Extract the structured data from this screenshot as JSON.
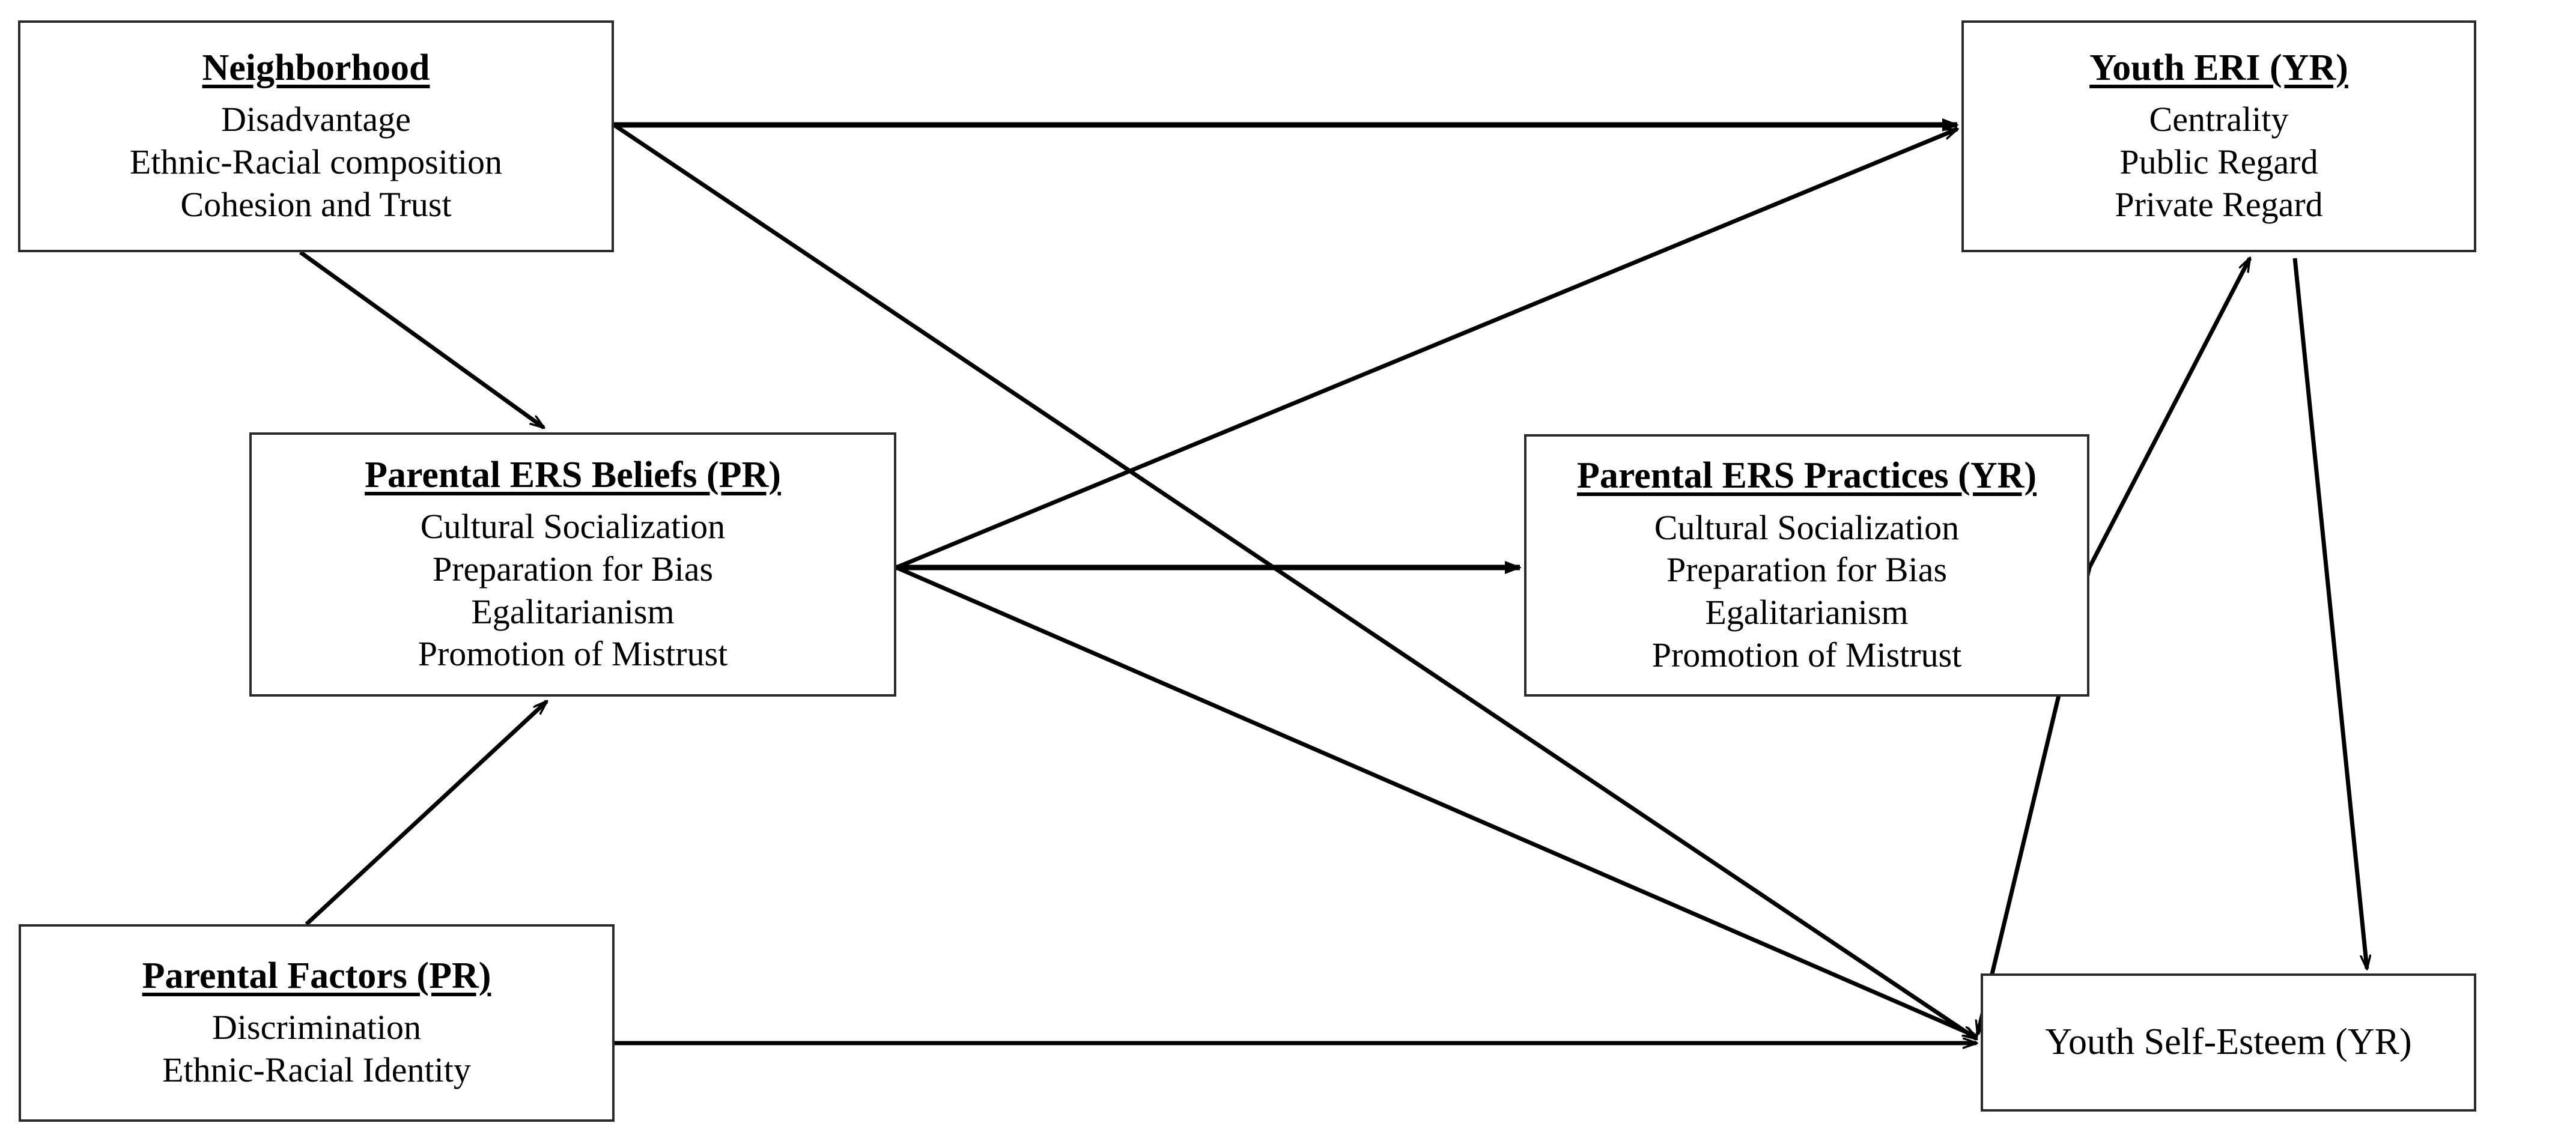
{
  "diagram": {
    "type": "conceptual-path-model",
    "background_color": "#ffffff",
    "line_color": "#000000",
    "box_border_color": "#2b2b2b"
  },
  "nodes": [
    {
      "id": "neighborhood",
      "title": "Neighborhood",
      "title_styled": true,
      "lines": [
        "Disadvantage",
        "Ethnic-Racial composition",
        "Cohesion and Trust"
      ]
    },
    {
      "id": "youth-eri",
      "title": "Youth ERI (YR)",
      "title_styled": true,
      "lines": [
        "Centrality",
        "Public Regard",
        "Private Regard"
      ]
    },
    {
      "id": "ers-beliefs",
      "title": "Parental ERS Beliefs (PR)",
      "title_styled": true,
      "lines": [
        "Cultural Socialization",
        "Preparation for Bias",
        "Egalitarianism",
        "Promotion of Mistrust"
      ]
    },
    {
      "id": "ers-practices",
      "title": "Parental ERS Practices (YR)",
      "title_styled": true,
      "lines": [
        "Cultural Socialization",
        "Preparation for Bias",
        "Egalitarianism",
        "Promotion of Mistrust"
      ]
    },
    {
      "id": "parental-factors",
      "title": "Parental Factors (PR)",
      "title_styled": true,
      "lines": [
        "Discrimination",
        "Ethnic-Racial Identity"
      ]
    },
    {
      "id": "youth-self-esteem",
      "title": "Youth Self-Esteem (YR)",
      "title_styled": false,
      "lines": []
    }
  ],
  "edges": [
    {
      "id": "neighborhood-to-youth-eri",
      "from": "neighborhood",
      "to": "youth-eri",
      "arrow": "single"
    },
    {
      "id": "neighborhood-to-ers-beliefs",
      "from": "neighborhood",
      "to": "ers-beliefs",
      "arrow": "single"
    },
    {
      "id": "neighborhood-to-youth-self-esteem",
      "from": "neighborhood",
      "to": "youth-self-esteem",
      "arrow": "single"
    },
    {
      "id": "ers-beliefs-to-ers-practices",
      "from": "ers-beliefs",
      "to": "ers-practices",
      "arrow": "single"
    },
    {
      "id": "ers-beliefs-to-youth-eri",
      "from": "ers-beliefs",
      "to": "youth-eri",
      "arrow": "single"
    },
    {
      "id": "ers-beliefs-to-youth-self-esteem",
      "from": "ers-beliefs",
      "to": "youth-self-esteem",
      "arrow": "single"
    },
    {
      "id": "parental-factors-to-ers-beliefs",
      "from": "parental-factors",
      "to": "ers-beliefs",
      "arrow": "single"
    },
    {
      "id": "parental-factors-to-youth-self-esteem",
      "from": "parental-factors",
      "to": "youth-self-esteem",
      "arrow": "single"
    },
    {
      "id": "ers-practices-to-youth-eri",
      "from": "ers-practices",
      "to": "youth-eri",
      "arrow": "single"
    },
    {
      "id": "ers-practices-to-youth-self-esteem",
      "from": "ers-practices",
      "to": "youth-self-esteem",
      "arrow": "single"
    },
    {
      "id": "youth-eri-to-youth-self-esteem",
      "from": "youth-eri",
      "to": "youth-self-esteem",
      "arrow": "single"
    }
  ]
}
